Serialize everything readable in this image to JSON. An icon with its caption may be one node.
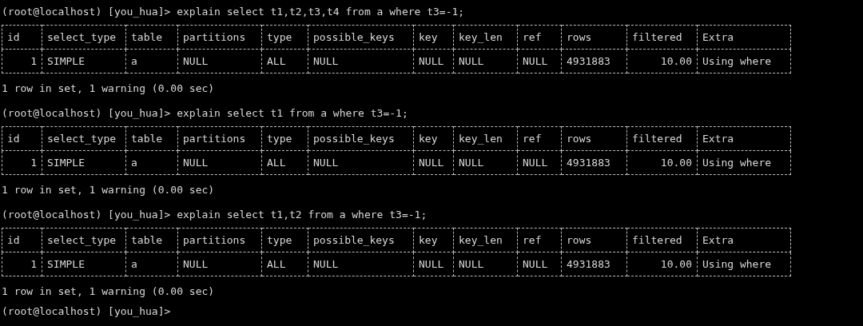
{
  "diagram": {
    "labels": [
      "(root@localhost) [you_hua]> explain select t1,t2,t3,t4 from a where t3=-1;",
      "id",
      "select_type",
      "table",
      "partitions",
      "type",
      "possible_keys",
      "key",
      "key_len",
      "ref",
      "rows",
      "filtered",
      "Extra",
      "1",
      "SIMPLE",
      "a",
      "NULL",
      "ALL",
      "NULL",
      "NULL",
      "NULL",
      "NULL",
      "4931883",
      "10.00",
      "Using where",
      "1 row in set, 1 warning (0.00 sec)",
      "(root@localhost) [you_hua]> explain select t1 from a where t3=-1;",
      "id",
      "select_type",
      "table",
      "partitions",
      "type",
      "possible_keys",
      "key",
      "key_len",
      "ref",
      "rows",
      "filtered",
      "Extra",
      "1",
      "SIMPLE",
      "a",
      "NULL",
      "ALL",
      "NULL",
      "NULL",
      "NULL",
      "NULL",
      "4931883",
      "10.00",
      "Using where",
      "1 row in set, 1 warning (0.00 sec)",
      "(root@localhost) [you_hua]> explain select t1,t2 from a where t3=-1;",
      "id",
      "select_type",
      "table",
      "partitions",
      "type",
      "possible_keys",
      "key",
      "key_len",
      "ref",
      "rows",
      "filtered",
      "Extra",
      "1",
      "SIMPLE",
      "a",
      "NULL",
      "ALL",
      "NULL",
      "NULL",
      "NULL",
      "NULL",
      "4931883",
      "10.00",
      "Using where",
      "1 row in set, 1 warning (0.00 sec)",
      "(root@localhost) [you_hua]>"
    ]
  }
}
